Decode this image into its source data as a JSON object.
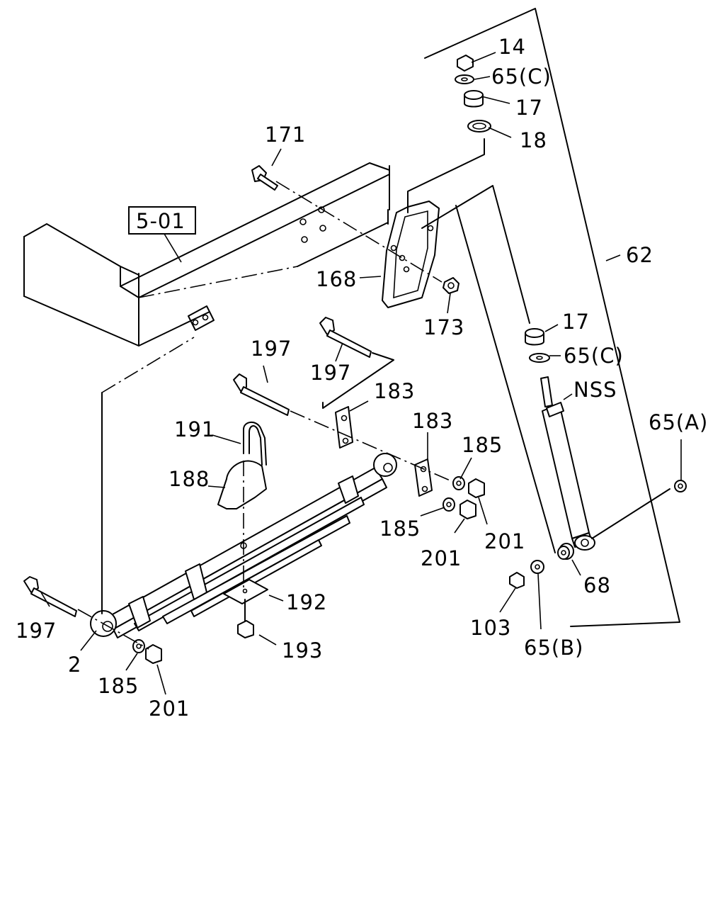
{
  "callouts": {
    "c14": "14",
    "c65c_top": "65(C)",
    "c17_top": "17",
    "c18": "18",
    "c171": "171",
    "c5_01": "5-01",
    "c62": "62",
    "c168": "168",
    "c173": "173",
    "c17_mid": "17",
    "c65c_mid": "65(C)",
    "c197_a": "197",
    "c197_b": "197",
    "c183_a": "183",
    "c183_b": "183",
    "cNSS": "NSS",
    "c65a": "65(A)",
    "c191": "191",
    "c185_a": "185",
    "c188": "188",
    "c185_b": "185",
    "c201_a": "201",
    "c201_b": "201",
    "c68": "68",
    "c192": "192",
    "c197_c": "197",
    "c103": "103",
    "c65b": "65(B)",
    "c2": "2",
    "c193": "193",
    "c185_c": "185",
    "c201_c": "201"
  },
  "icons": {
    "frame": "frame-rail-icon",
    "spring": "leaf-spring-icon",
    "shock": "shock-absorber-icon"
  }
}
